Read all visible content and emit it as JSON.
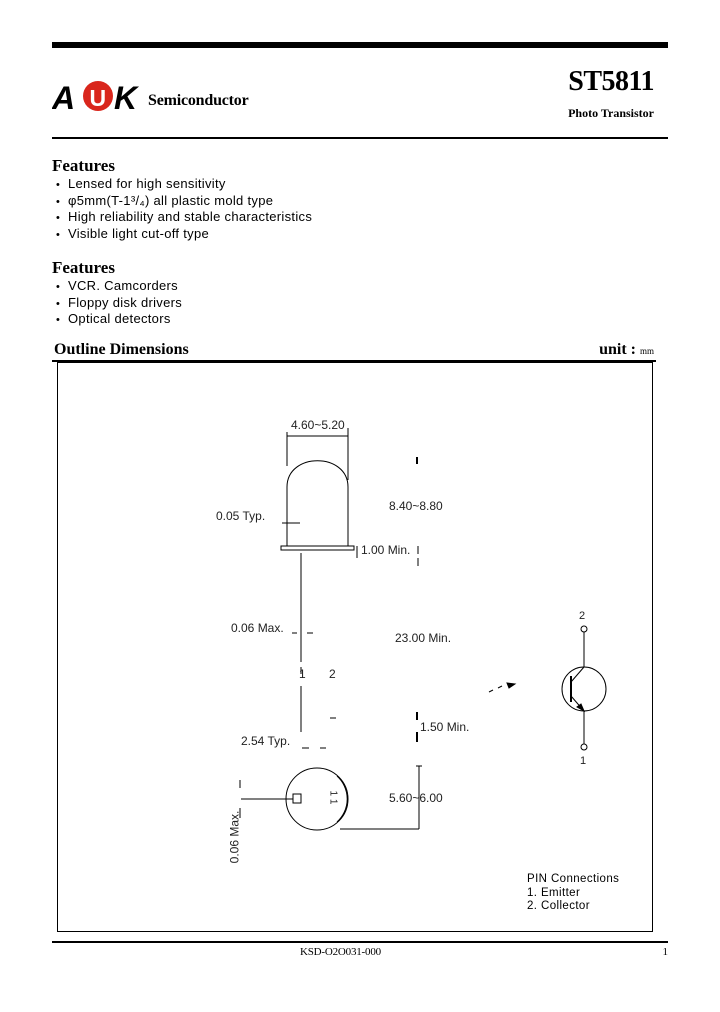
{
  "header": {
    "logo_letters": [
      "A",
      "U",
      "K"
    ],
    "brand_word": "Semiconductor",
    "part_number": "ST5811",
    "device_type": "Photo Transistor"
  },
  "features_1": {
    "title": "Features",
    "items": [
      "Lensed for high sensitivity",
      "φ5mm(T-1³/₄) all plastic mold type",
      "High reliability and stable characteristics",
      "Visible light cut-off type"
    ]
  },
  "features_2": {
    "title": "Features",
    "items": [
      "VCR. Camcorders",
      "Floppy disk drivers",
      "Optical detectors"
    ]
  },
  "outline": {
    "title": "Outline Dimensions",
    "unit_label": "unit :",
    "unit_value": "mm",
    "dimensions": {
      "lens_width": "4.60~5.20",
      "lens_height": "8.40~8.80",
      "lens_offset": "0.05 Typ.",
      "flange": "1.00 Min.",
      "lead_width": "0.06 Max.",
      "lead_length": "23.00 Min.",
      "lead_pitch": "2.54 Typ.",
      "lead_bend": "1.50 Min.",
      "body_diameter": "5.60~6.00",
      "lead_max_vertical": "0.06 Max."
    },
    "small_marks": {
      "lead_break_1": "1",
      "lead_break_2": "2",
      "lead_end": "1",
      "bottom_label": "1 1"
    },
    "symbol": {
      "pin_top": "2",
      "pin_bottom": "1"
    },
    "pin_connections": {
      "title": "PIN Connections",
      "items": [
        "1. Emitter",
        "2. Collector"
      ]
    }
  },
  "footer": {
    "code": "KSD-O2O031-000",
    "page": "1"
  },
  "colors": {
    "ink": "#000000",
    "logo_circle": "#d9261c",
    "background": "#ffffff"
  }
}
